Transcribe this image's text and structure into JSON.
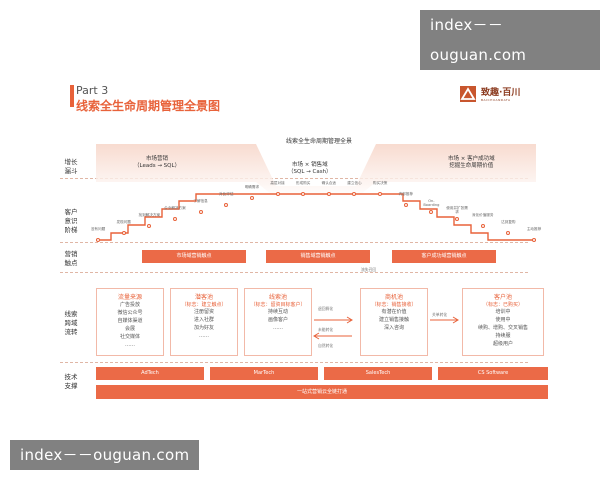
{
  "watermark": "index－－ouguan.com",
  "slide": {
    "part": "Part 3",
    "title": "线索全生命周期管理全景图",
    "logo_name": "致趣·百川",
    "logo_sub": "BAICHUANDATA",
    "diagram_title": "线索全生命周期管理全景",
    "row_labels": [
      {
        "label": "增长\n漏斗"
      },
      {
        "label": "客户\n意识\n阶梯"
      },
      {
        "label": "营销\n触点"
      },
      {
        "label": "线索\n跨域\n流转"
      },
      {
        "label": "技术\n支撑"
      }
    ],
    "funnel": [
      {
        "title": "市场营销",
        "sub": "（Leads → SQL）"
      },
      {
        "title": "市场 × 销售域",
        "sub": "（SQL → Cash）"
      },
      {
        "title": "市场 × 客户成功域",
        "sub": "挖掘生命周期价值"
      }
    ],
    "steps": [
      "没有问题",
      "发现问题",
      "找到解决方案",
      "企业解决方案",
      "了解信息",
      "对比评估",
      "明确需求",
      "高层对接",
      "形成购买",
      "确认合适",
      "建立信心",
      "购买决策",
      "内部推荐",
      "On-Boarding",
      "使用并扩张需求",
      "深化价值服务",
      "达到复购",
      "主动推荐"
    ],
    "touchpoints": [
      "市场域营销触点",
      "销售域营销触点",
      "客户成功域营销触点"
    ],
    "cards": [
      {
        "title": "流量来源",
        "sub": "",
        "items": [
          "广告投放",
          "微信公众号",
          "自媒体渠道",
          "会展",
          "社交媒体",
          "……"
        ]
      },
      {
        "title": "潜客池",
        "sub": "（标志：建立触点）",
        "items": [
          "注册留资",
          "进入社群",
          "加为好友",
          "……"
        ]
      },
      {
        "title": "线索池",
        "sub": "（标志：留资目标客户）",
        "items": [
          "持续互动",
          "画像客户",
          "……"
        ]
      },
      {
        "title": "商机池",
        "sub": "（标志：销售接收）",
        "items": [
          "有潜在价值",
          "建立销售接触",
          "深入咨询"
        ]
      },
      {
        "title": "客户池",
        "sub": "（标志：已购买）",
        "items": [
          "培训中",
          "使用中",
          "续购、增购、交叉销售",
          "持续服",
          "超级用户"
        ]
      }
    ],
    "arrow_labels": [
      "流失召回",
      "退回孵化",
      "自然转化",
      "未能转化",
      "关单转化"
    ],
    "tech": [
      "AdTech",
      "MarTech",
      "SalesTech",
      "CS Software"
    ],
    "platform": "一站式营销云全链打通"
  }
}
